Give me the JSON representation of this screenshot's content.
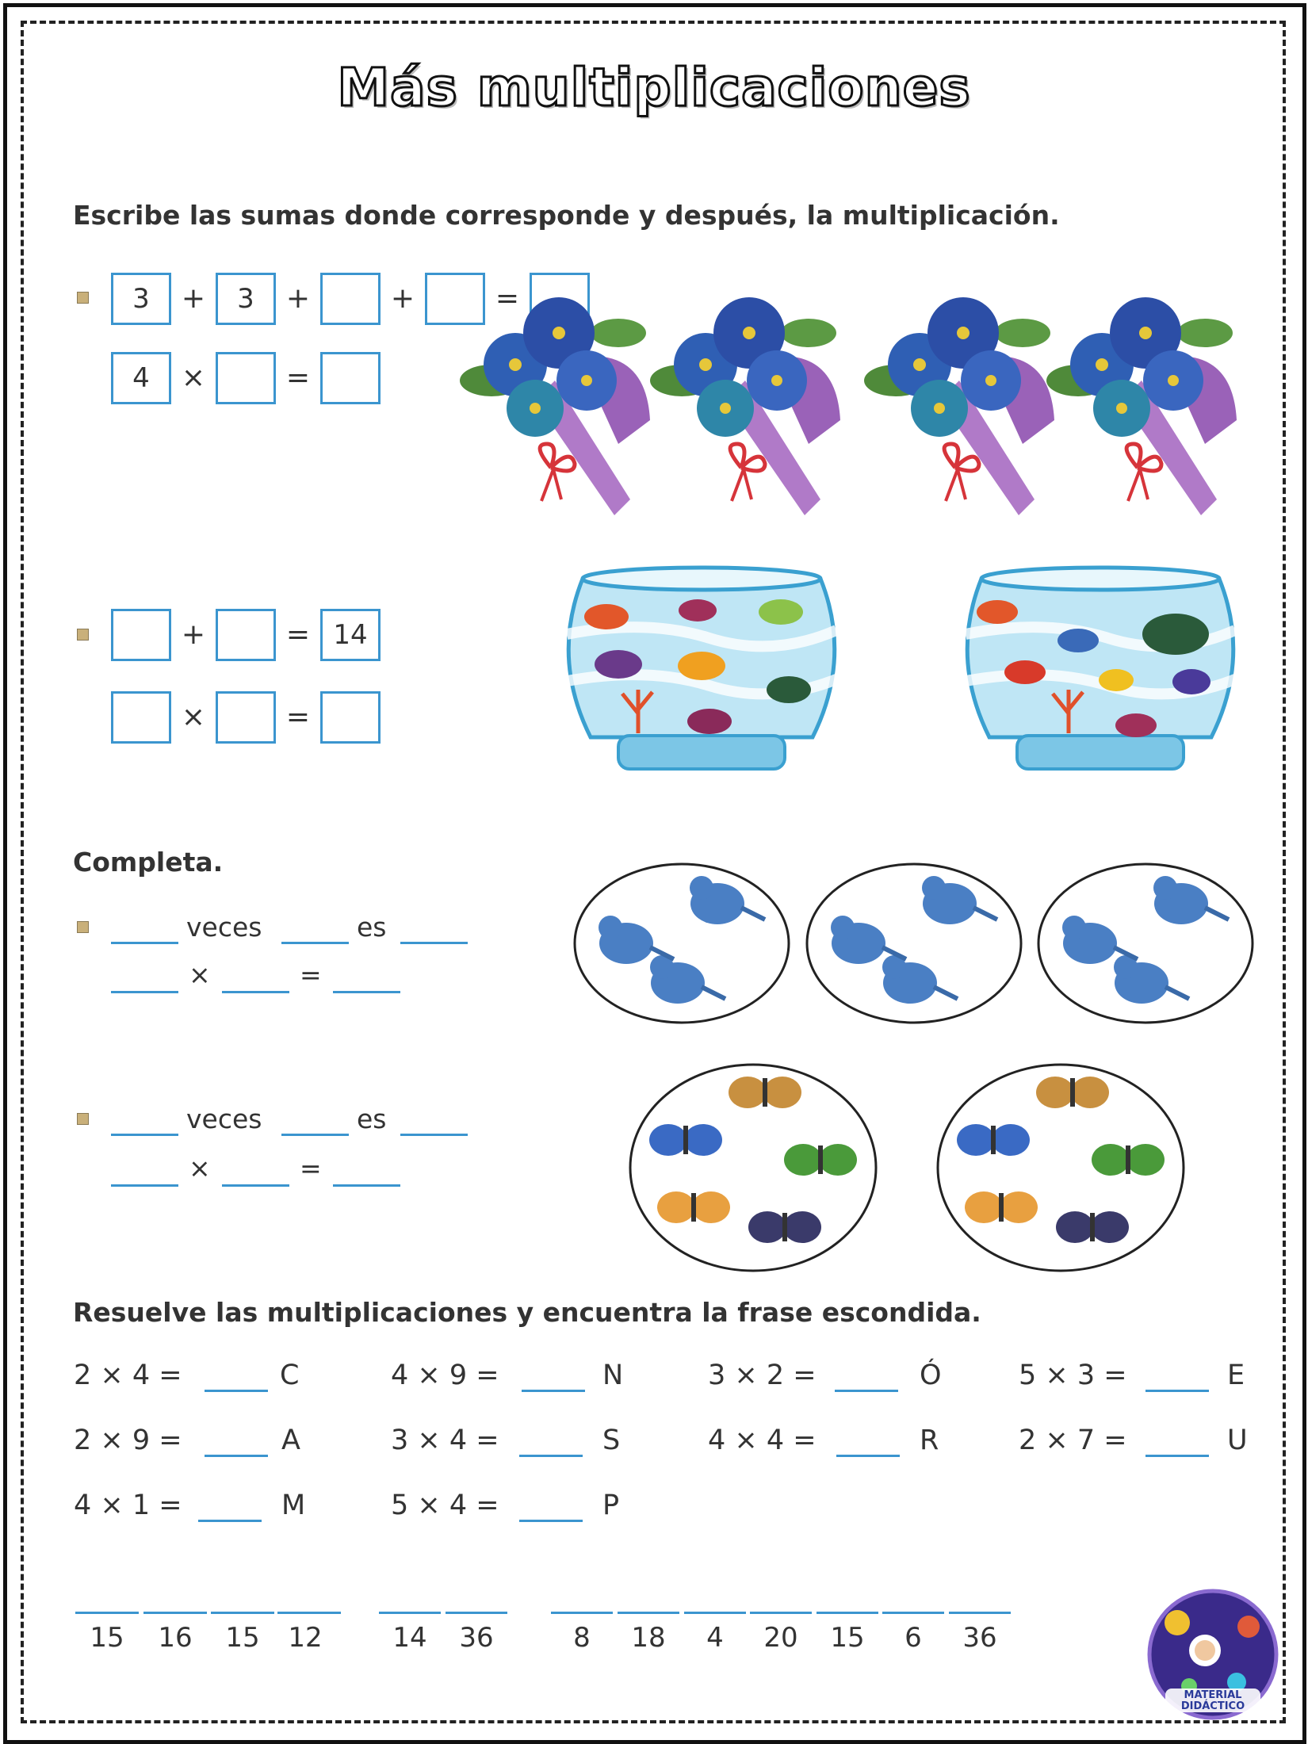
{
  "title": "Más multiplicaciones",
  "section1": {
    "instruction": "Escribe las sumas donde corresponde y después, la multiplicación.",
    "ex1": {
      "sum": [
        "3",
        "3",
        "",
        "",
        ""
      ],
      "ops": [
        "+",
        "+",
        "+",
        "="
      ],
      "mul": [
        "4",
        "",
        ""
      ],
      "mul_ops": [
        "×",
        "="
      ]
    },
    "ex2": {
      "sum": [
        "",
        "",
        "14"
      ],
      "ops": [
        "+",
        "="
      ],
      "mul": [
        "",
        "",
        ""
      ],
      "mul_ops": [
        "×",
        "="
      ]
    }
  },
  "section2": {
    "instruction": "Completa.",
    "veces": "veces",
    "es": "es",
    "times": "×",
    "equals": "="
  },
  "section3": {
    "instruction": "Resuelve las multiplicaciones y encuentra la frase escondida.",
    "equations": [
      {
        "expr": "2 × 4 =",
        "letter": "C"
      },
      {
        "expr": "4 × 9 =",
        "letter": "N"
      },
      {
        "expr": "3 × 2 =",
        "letter": "Ó"
      },
      {
        "expr": "5 × 3 =",
        "letter": "E"
      },
      {
        "expr": "2 × 9 =",
        "letter": "A"
      },
      {
        "expr": "3 × 4 =",
        "letter": "S"
      },
      {
        "expr": "4 × 4 =",
        "letter": "R"
      },
      {
        "expr": "2 × 7 =",
        "letter": "U"
      },
      {
        "expr": "4 × 1 =",
        "letter": "M"
      },
      {
        "expr": "5 × 4 =",
        "letter": "P"
      }
    ],
    "code_words": [
      [
        "15",
        "16",
        "15",
        "12"
      ],
      [
        "14",
        "36"
      ],
      [
        "8",
        "18",
        "4",
        "20",
        "15",
        "6",
        "36"
      ]
    ]
  },
  "logo": {
    "text": "MATERIAL DIDÁCTICO"
  },
  "colors": {
    "box_border": "#3b95cf",
    "frame": "#111111"
  }
}
